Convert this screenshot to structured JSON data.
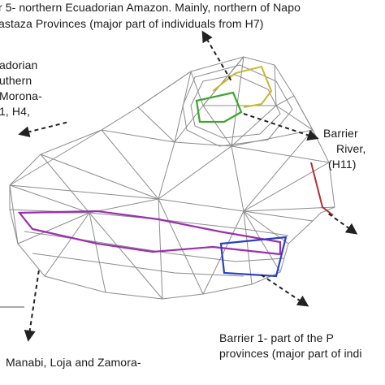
{
  "labels": {
    "top_line1": "r 5- northern Ecuadorian Amazon. Mainly, northern of Napo",
    "top_line2": "astaza Provinces (major part of individuals from H7)",
    "left_line1": "adorian",
    "left_line2": "uthern",
    "left_line3": "Morona-",
    "left_line4": "1, H4,",
    "right_line1": "Barrier",
    "right_line2": "River,",
    "right_line3": "(H11)",
    "bottom_right_line1": "Barrier 1- part of the P",
    "bottom_right_line2": "provinces (major part of indi",
    "bottom_left_line1": "Manabi, Loja and Zamora-"
  },
  "colors": {
    "mesh": "#8c8c8c",
    "arrow": "#222222",
    "barrier_yellow": "#c9b82a",
    "barrier_green": "#3aa62a",
    "barrier_red": "#b03030",
    "barrier_purple": "#9b2fae",
    "barrier_blue": "#2a3fc4"
  }
}
